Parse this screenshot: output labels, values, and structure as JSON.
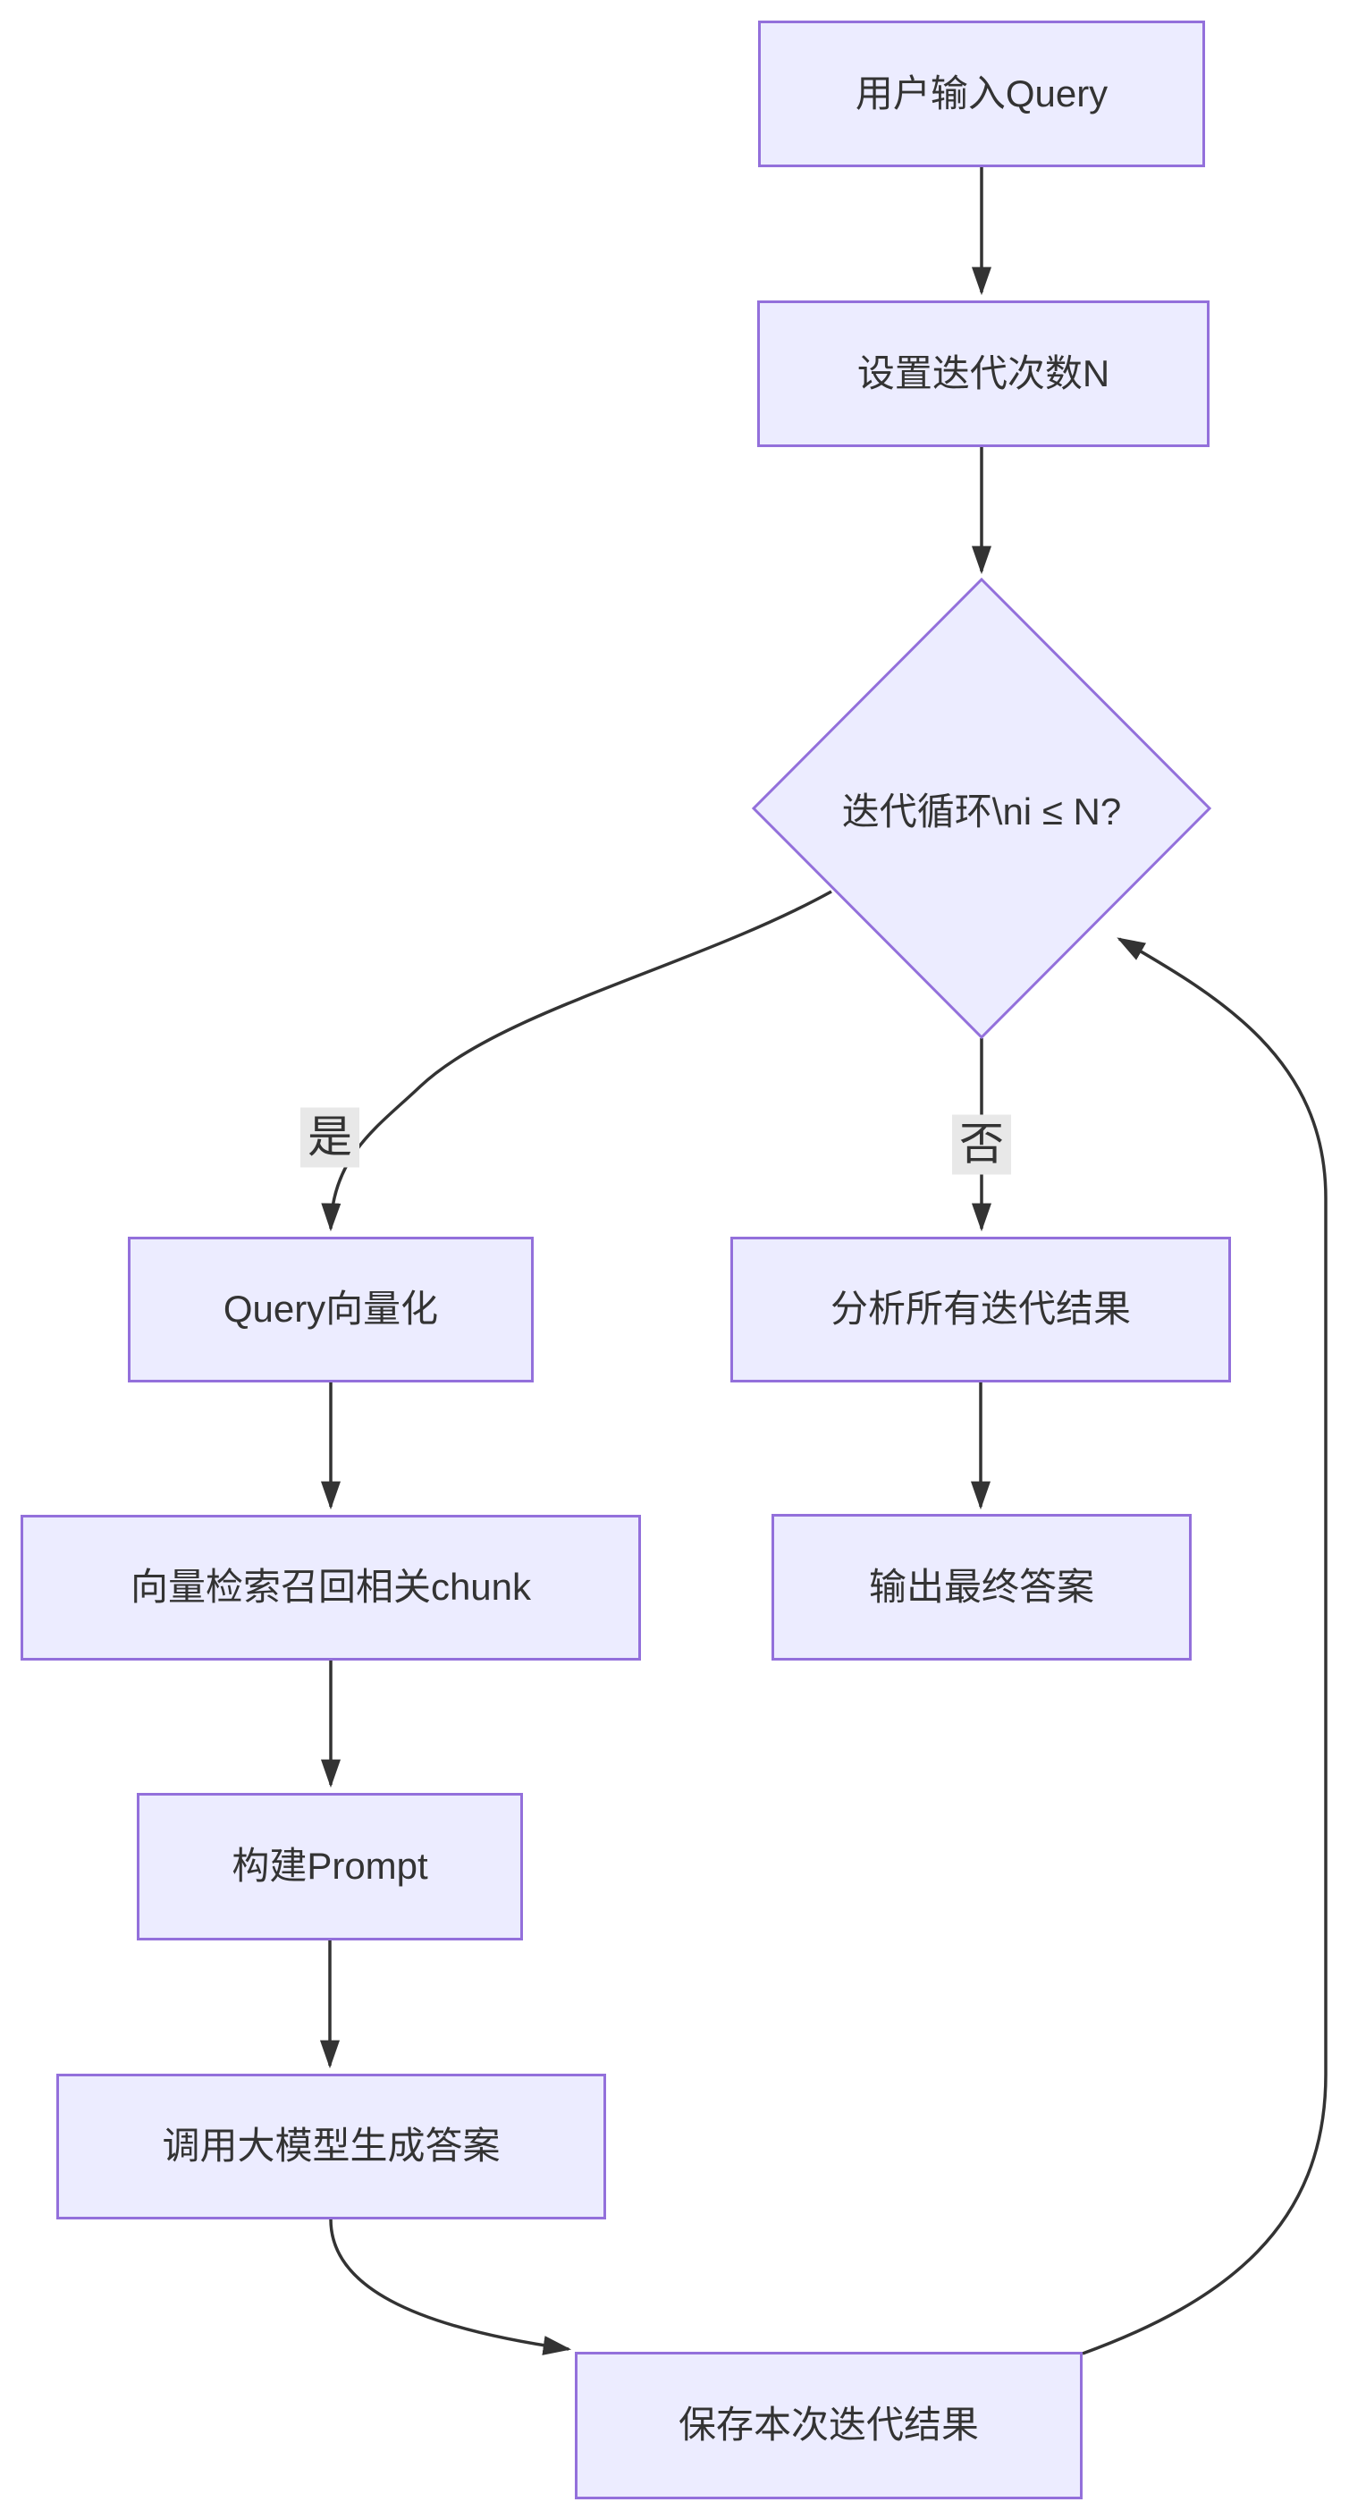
{
  "diagram": {
    "type": "flowchart-top-down",
    "colors": {
      "background": "#ffffff",
      "node_fill": "#ECECFF",
      "node_border": "#9370DB",
      "edge_stroke": "#333333",
      "text": "#333333",
      "edge_label_background": "#e8e8e8"
    },
    "nodes": {
      "start": {
        "label": "用户输入Query"
      },
      "set_n": {
        "label": "设置迭代次数N"
      },
      "decision": {
        "label": "迭代循环\\ni ≤ N?"
      },
      "qvec": {
        "label": "Query向量化"
      },
      "chunk": {
        "label": "向量检索召回相关chunk"
      },
      "prompt": {
        "label": "构建Prompt"
      },
      "call": {
        "label": "调用大模型生成答案"
      },
      "save": {
        "label": "保存本次迭代结果"
      },
      "analyze": {
        "label": "分析所有迭代结果"
      },
      "output": {
        "label": "输出最终答案"
      }
    },
    "edge_labels": {
      "yes": "是",
      "no": "否"
    },
    "edges": [
      {
        "from": "start",
        "to": "set_n",
        "label": ""
      },
      {
        "from": "set_n",
        "to": "decision",
        "label": ""
      },
      {
        "from": "decision",
        "to": "qvec",
        "label": "是"
      },
      {
        "from": "decision",
        "to": "analyze",
        "label": "否"
      },
      {
        "from": "qvec",
        "to": "chunk",
        "label": ""
      },
      {
        "from": "chunk",
        "to": "prompt",
        "label": ""
      },
      {
        "from": "prompt",
        "to": "call",
        "label": ""
      },
      {
        "from": "call",
        "to": "save",
        "label": ""
      },
      {
        "from": "save",
        "to": "decision",
        "label": ""
      },
      {
        "from": "analyze",
        "to": "output",
        "label": ""
      }
    ]
  }
}
